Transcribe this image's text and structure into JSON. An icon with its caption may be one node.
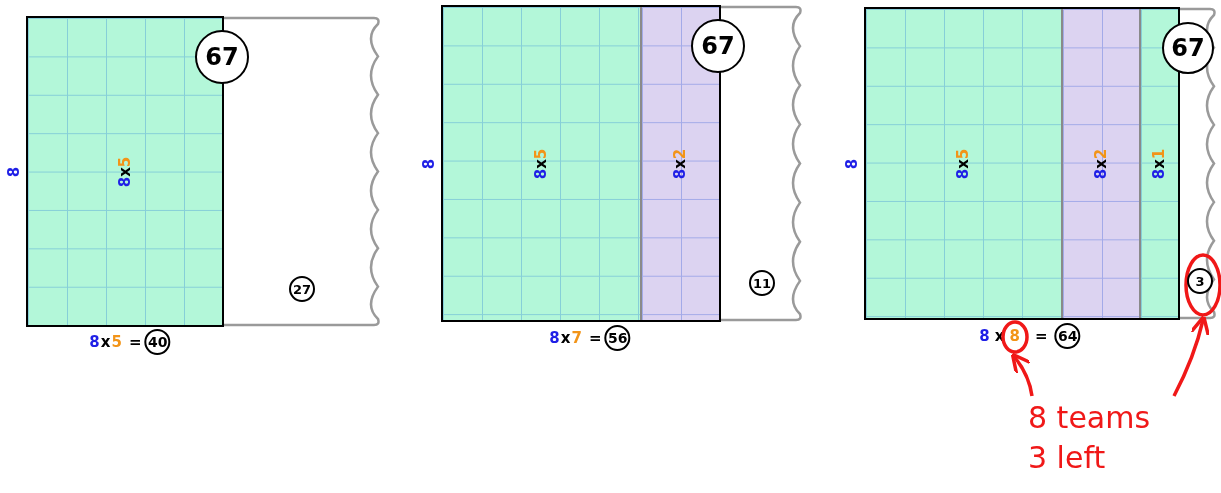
{
  "diagram": {
    "nodes": [
      {
        "text": [
          "8x5"
        ],
        "beside": [
          "8"
        ]
      },
      {
        "text": [
          "67"
        ]
      },
      {
        "text": [
          "27"
        ]
      },
      {
        "text": [
          "40"
        ],
        "beside": [
          "8x5 ="
        ]
      },
      {
        "text": [
          "8x5"
        ],
        "beside": [
          "8"
        ]
      },
      {
        "text": [
          "8x2"
        ]
      },
      {
        "text": [
          "67"
        ]
      },
      {
        "text": [
          "11"
        ]
      },
      {
        "text": [
          "56"
        ],
        "beside": [
          "8x7 ="
        ]
      },
      {
        "text": [
          "8x5"
        ],
        "beside": [
          "8"
        ]
      },
      {
        "text": [
          "8x2"
        ]
      },
      {
        "text": [
          "8x1"
        ]
      },
      {
        "text": [
          "67"
        ]
      },
      {
        "text": [],
        "shape": "circle"
      },
      {
        "text": [],
        "shape": "circle"
      },
      {
        "text": [
          "3"
        ],
        "in": 14
      },
      {
        "text": [
          "64"
        ],
        "beside": [
          "8x8 ="
        ]
      },
      {
        "text": [
          "8 teams 3 left"
        ]
      }
    ],
    "edges": [
      {
        "from": 17,
        "to": 13,
        "arrow": "to"
      },
      {
        "from": 17,
        "to": 14,
        "arrow": "to"
      }
    ]
  }
}
